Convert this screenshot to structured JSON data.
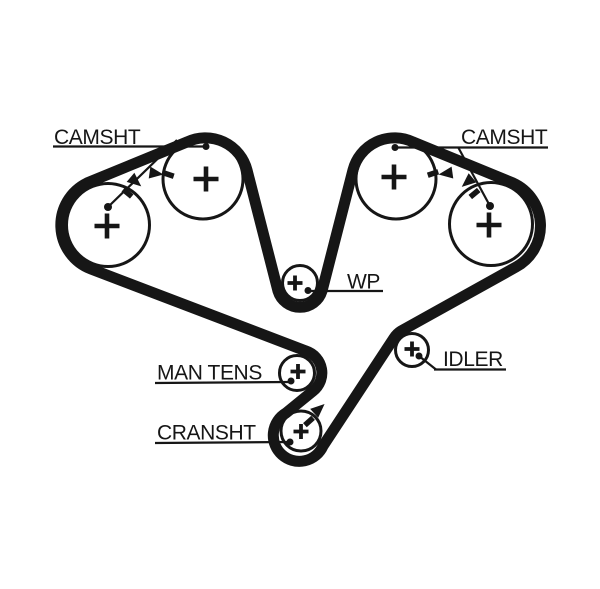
{
  "page": {
    "background": "#ffffff",
    "ink": "#161616",
    "description": "Timing belt routing diagram"
  },
  "diagram": {
    "type": "timing-belt-routing",
    "labels": {
      "camshaft_left": "CAMSHT",
      "camshaft_right": "CAMSHT",
      "water_pump": "WP",
      "manual_tensioner": "MAN TENS",
      "crankshaft": "CRANSHT",
      "idler": "IDLER"
    },
    "pulleys": [
      {
        "name": "camshaft-outer-left",
        "marker": "+"
      },
      {
        "name": "camshaft-inner-left",
        "marker": "+"
      },
      {
        "name": "camshaft-inner-right",
        "marker": "+"
      },
      {
        "name": "camshaft-outer-right",
        "marker": "+"
      },
      {
        "name": "water-pump",
        "marker": "+"
      },
      {
        "name": "manual-tensioner",
        "marker": "+"
      },
      {
        "name": "crankshaft",
        "marker": "+"
      },
      {
        "name": "idler",
        "marker": "+"
      }
    ]
  }
}
